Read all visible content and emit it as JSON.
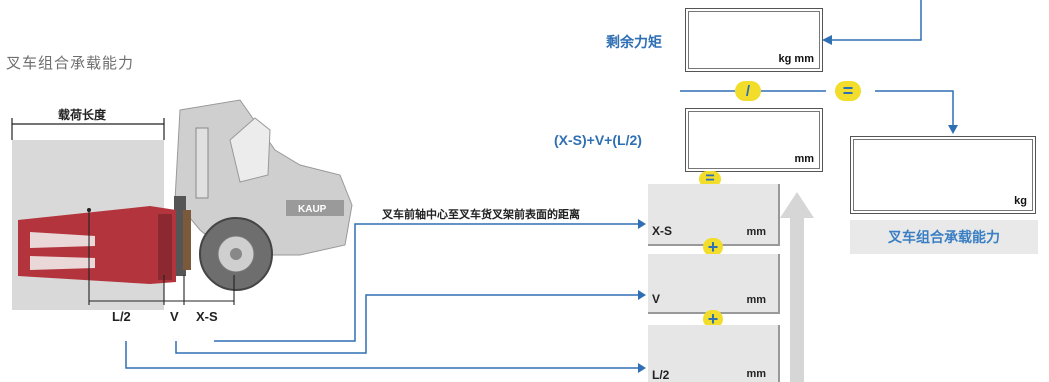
{
  "title": "叉车组合承载能力",
  "load_length_label": "载荷长度",
  "dimension_labels": {
    "l2": "L/2",
    "v": "V",
    "xs": "X-S"
  },
  "brand": "KAUP",
  "axle_note": "叉车前轴中心至叉车货叉架前表面的距离",
  "residual_moment": {
    "label": "剩余力矩",
    "unit": "kg mm"
  },
  "operators": {
    "divide": "/",
    "equals": "=",
    "plus": "+"
  },
  "formula": {
    "label": "(X-S)+V+(L/2)",
    "unit": "mm"
  },
  "inputs": [
    {
      "label": "X-S",
      "unit": "mm"
    },
    {
      "label": "V",
      "unit": "mm"
    },
    {
      "label": "L/2",
      "unit": "mm"
    }
  ],
  "result": {
    "unit": "kg",
    "label": "叉车组合承载能力"
  },
  "colors": {
    "blue": "#2f6fb3",
    "yellow": "#f2dd2a",
    "red": "#b3343c",
    "line_blue": "#2f6fb3"
  }
}
